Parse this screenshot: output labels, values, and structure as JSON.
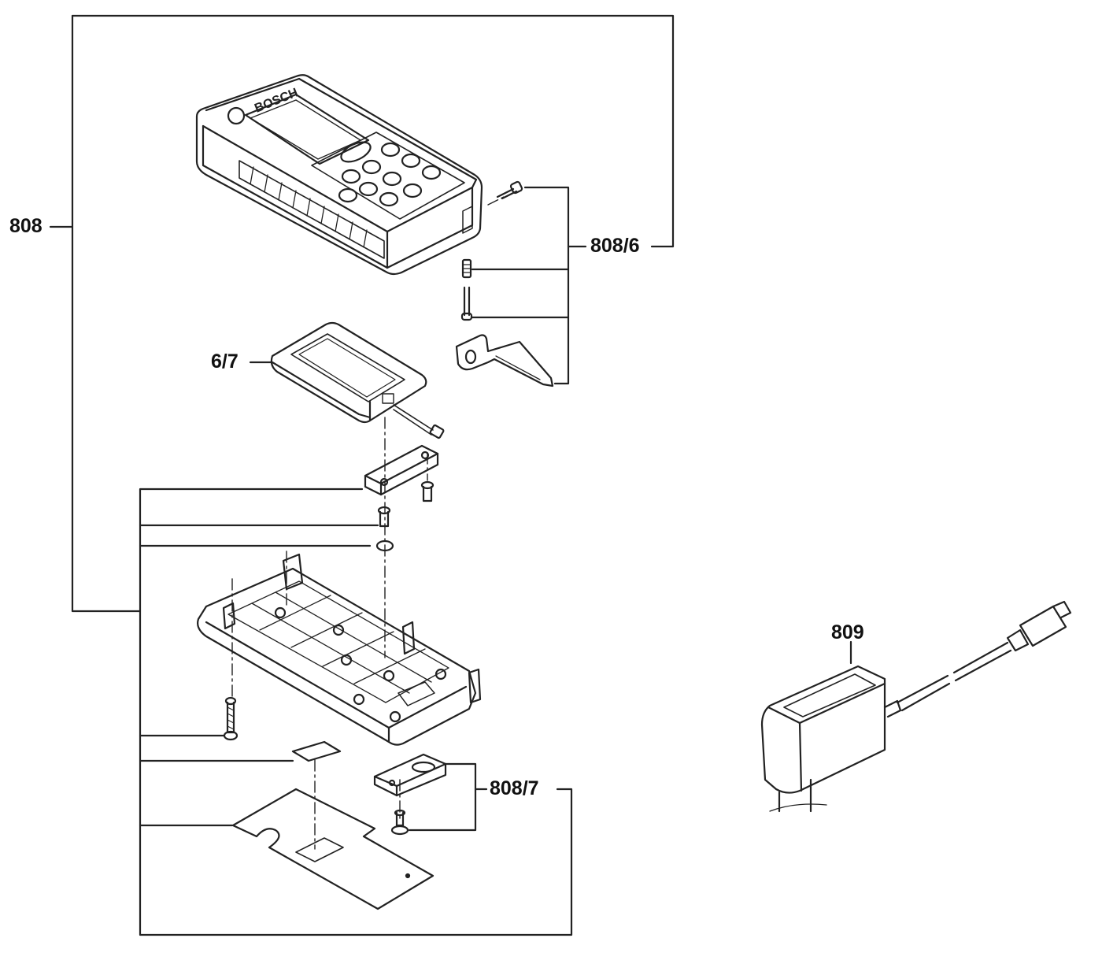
{
  "brand_text": "BOSCH",
  "callouts": {
    "p808": "808",
    "p808_6": "808/6",
    "p6_7": "6/7",
    "p808_7": "808/7",
    "p809": "809"
  },
  "icons": [
    "laser-measure-housing",
    "battery-pack",
    "battery-contact-bracket",
    "screws",
    "o-ring",
    "bottom-housing-shell",
    "foot-pad",
    "label-sticker",
    "end-piece",
    "power-adapter"
  ]
}
